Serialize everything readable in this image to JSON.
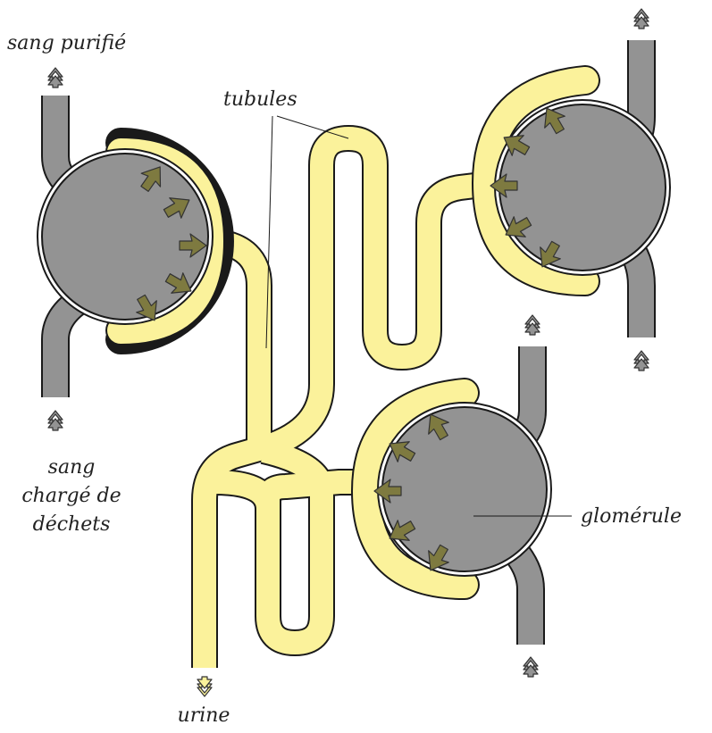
{
  "labels": {
    "sang_purifie": "sang purifié",
    "tubules": "tubules",
    "sang_charge_1": "sang",
    "sang_charge_2": "chargé de",
    "sang_charge_3": "déchets",
    "glomerule": "glomérule",
    "urine": "urine"
  },
  "colors": {
    "blood": "#939393",
    "tubule": "#fbf29b",
    "filtration_arrow": "#7e7a40",
    "outline": "#1a1a1a"
  },
  "icons": {
    "blood_flow_arrow": "double-chevron-arrow-icon",
    "filtration_arrow": "triangle-arrow-icon",
    "urine_arrow": "double-chevron-arrow-icon"
  }
}
